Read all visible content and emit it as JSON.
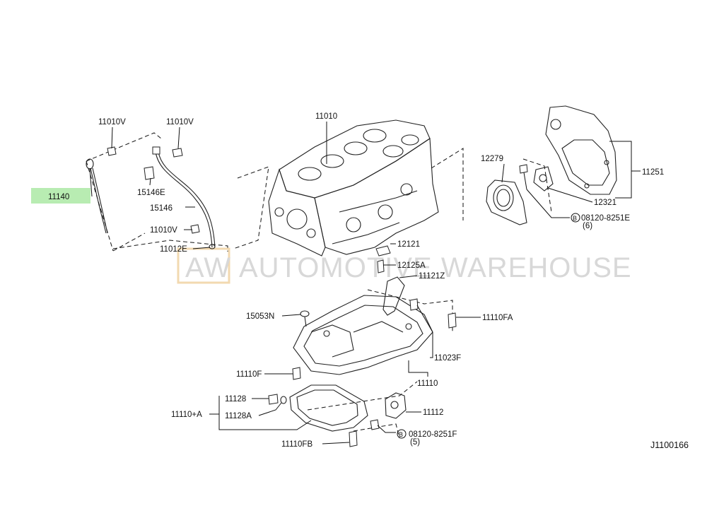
{
  "diagram": {
    "ref_code": "J1100166",
    "watermark": {
      "badge": "AW",
      "text": "AUTOMOTIVE WAREHOUSE"
    },
    "highlight_color": "#b8ecb2",
    "labels": {
      "l11010v_a": "11010V",
      "l11010v_b": "11010V",
      "l11140": "11140",
      "l15146e": "15146E",
      "l15146": "15146",
      "l11010v_c": "11010V",
      "l11012e": "11012E",
      "l11010": "11010",
      "l12279": "12279",
      "l11251": "11251",
      "l12321": "12321",
      "l08120_8251e": "08120-8251E",
      "l08120_8251e_qty": "(6)",
      "l12121": "12121",
      "l12125a": "12125A",
      "l11121z": "11121Z",
      "l15053n": "15053N",
      "l11110fa": "11110FA",
      "l11023f": "11023F",
      "l11110f": "11110F",
      "l11110": "11110",
      "l11128": "11128",
      "l11110a": "11110+A",
      "l11128a": "11128A",
      "l11112": "11112",
      "l08120_8251f": "08120-8251F",
      "l08120_8251f_qty": "(5)",
      "l11110fb": "11110FB",
      "bolt_mark_b": "B"
    }
  }
}
